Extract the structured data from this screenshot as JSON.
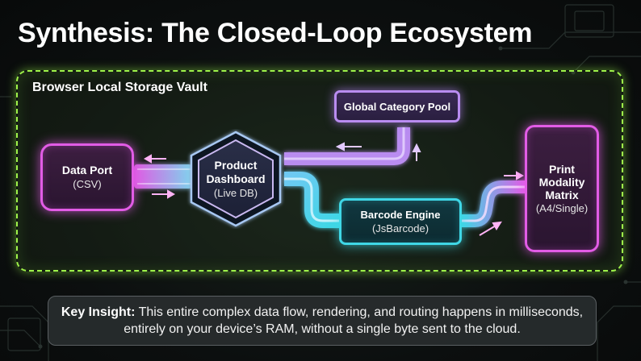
{
  "title": "Synthesis: The Closed-Loop Ecosystem",
  "vault": {
    "label": "Browser Local Storage Vault",
    "color": "#9ef24a"
  },
  "nodes": {
    "data_port": {
      "title": "Data Port",
      "sub": "(CSV)",
      "color": "#e25ce6"
    },
    "dashboard": {
      "title_line1": "Product",
      "title_line2": "Dashboard",
      "sub": "(Live DB)",
      "color": "#c9b8f0"
    },
    "category_pool": {
      "title": "Global Category Pool",
      "color": "#b98cf0"
    },
    "barcode_engine": {
      "title": "Barcode Engine",
      "sub": "(JsBarcode)",
      "color": "#3fd7e6"
    },
    "print_matrix": {
      "title_line1": "Print",
      "title_line2": "Modality",
      "title_line3": "Matrix",
      "sub": "(A4/Single)",
      "color": "#e25ce6"
    }
  },
  "insight": {
    "label": "Key Insight:",
    "text": " This entire complex data flow, rendering, and routing happens in milliseconds, entirely on your device’s RAM, without a single byte sent to the cloud."
  }
}
